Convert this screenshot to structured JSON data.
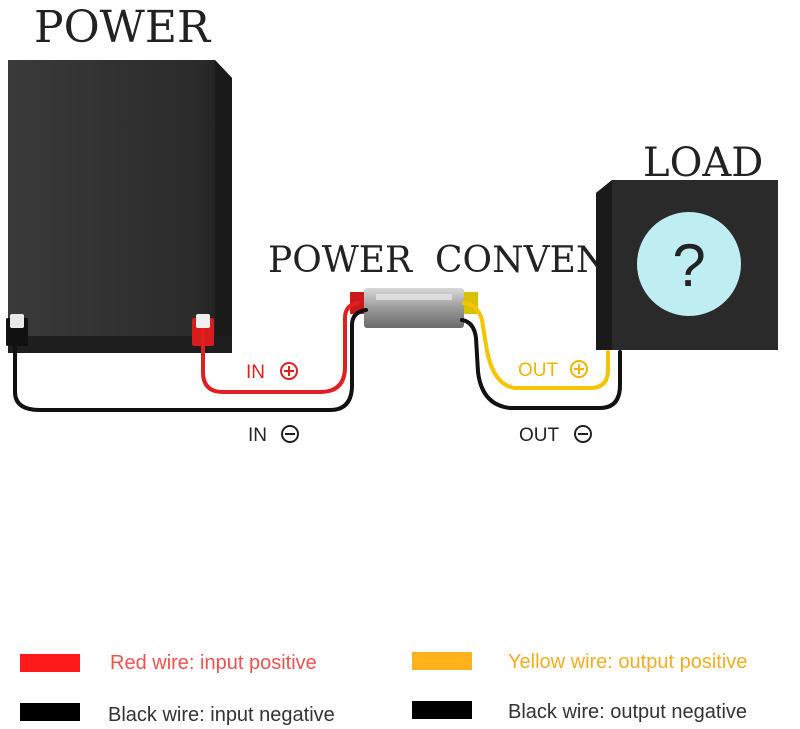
{
  "labels": {
    "power": "POWER",
    "load": "LOAD",
    "converter": "POWER  CONVENTER",
    "question": "?",
    "in_positive": "IN",
    "in_negative": "IN",
    "out_positive": "OUT",
    "out_negative": "OUT",
    "plus_symbol": "+",
    "minus_symbol": "−"
  },
  "legend": [
    {
      "text": "Red wire: input positive",
      "color": "#ff1a1a",
      "text_color": "#f0524f"
    },
    {
      "text": "Yellow wire: output positive",
      "color": "#ffb21a",
      "text_color": "#f2ad22"
    },
    {
      "text": "Black wire: input negative",
      "color": "#000000",
      "text_color": "#333333"
    },
    {
      "text": "Black wire: output negative",
      "color": "#000000",
      "text_color": "#333333"
    }
  ],
  "colors": {
    "red_wire": "#e02020",
    "yellow_wire": "#f5c400",
    "black_wire": "#111111",
    "box": "#2a2a2a",
    "screen": "#bfeef2"
  },
  "icons": {
    "question": "question-mark-icon",
    "plus": "plus-circle-icon",
    "minus": "minus-circle-icon"
  }
}
